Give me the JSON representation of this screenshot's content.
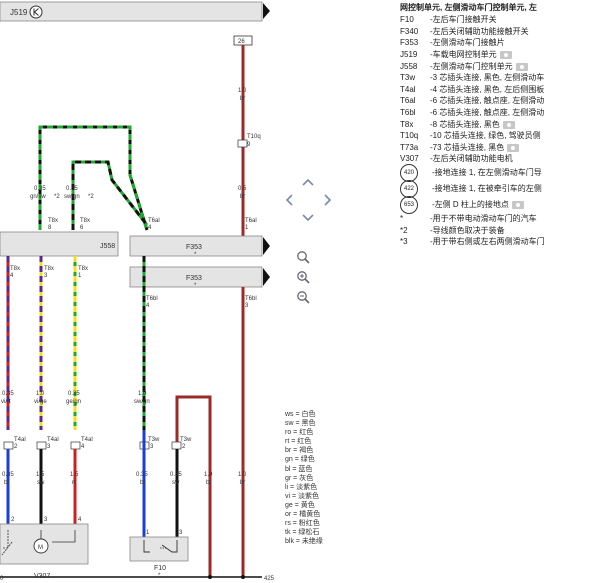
{
  "header_module": "J519",
  "header_icon": "k-circle-icon",
  "fuse_label": "26",
  "wires": {
    "top_right_size": "1.0",
    "top_right_color": "br",
    "mid_right_size": "0.5",
    "mid_right_color": "br",
    "g1_size": "0.35",
    "g1_color": "gn/sw",
    "g1_note": "*2",
    "g2_size": "0.35",
    "g2_color": "sw/gn",
    "g2_note": "*2",
    "w_vi_size": "0.35",
    "w_vi_color": "vi/rt",
    "w_ge_size": "1.0",
    "w_ge_color": "vi/ge",
    "w_gr_size": "0.35",
    "w_gr_color": "ge/gn",
    "w_sg_size": "1.0",
    "w_sg_color": "sw/gn",
    "b1_size": "0.35",
    "b1_color": "bl",
    "b2_size": "1.5",
    "b2_color": "sw",
    "b3_size": "1.5",
    "b3_color": "rt",
    "b4_size": "0.35",
    "b4_color": "bl",
    "b5_size": "0.35",
    "b5_color": "sw",
    "b6_size": "1.0",
    "b6_color": "br",
    "b7_size": "1.0",
    "b7_color": "br"
  },
  "connectors": {
    "t10q": "T10q",
    "t10q_pin": "9",
    "t8x_a": "T8x",
    "t8x_a_pin": "8",
    "t8x_b": "T8x",
    "t8x_b_pin": "6",
    "t6al_a": "T6al",
    "t6al_a_pin": "4",
    "t6al_b": "T6al",
    "t6al_b_pin": "1",
    "t8x_c": "T8x",
    "t8x_c_pin": "4",
    "t8x_d": "T8x",
    "t8x_d_pin": "3",
    "t8x_e": "T8x",
    "t8x_e_pin": "1",
    "t6bl_a": "T6bl",
    "t6bl_a_pin": "4",
    "t6bl_b": "T6bl",
    "t6bl_b_pin": "3",
    "t4al_a": "T4al",
    "t4al_a_pin": "2",
    "t4al_b": "T4al",
    "t4al_b_pin": "3",
    "t4al_c": "T4al",
    "t4al_c_pin": "4",
    "t3w_a": "T3w",
    "t3w_a_pin": "3",
    "t3w_b": "T3w",
    "t3w_b_pin": "2",
    "m_pin_a": "2",
    "m_pin_b": "3",
    "m_pin_c": "4",
    "f10_pin_a": "1",
    "f10_pin_b": "3"
  },
  "boxes": {
    "j558": "J558",
    "f353_top": "F353",
    "f353_bottom": "F353",
    "f10": "F10",
    "v307": "V307",
    "bottom_left": "0",
    "right_end": "425",
    "dot": "*",
    "dot2": "*",
    "dot3": "*"
  },
  "legend": [
    "ws = 白色",
    "sw = 黑色",
    "ro = 红色",
    "rt = 红色",
    "br = 褐色",
    "gn = 绿色",
    "bl = 蓝色",
    "gr = 灰色",
    "li = 淡紫色",
    "vi = 淡紫色",
    "ge = 黄色",
    "or = 橘黄色",
    "rs = 粉红色",
    "tk = 绿松石",
    "blk = 未绝缘"
  ],
  "components": {
    "title": "网控制单元, 左侧滑动车门控制单元, 左",
    "items": [
      {
        "code": "F10",
        "desc": "-左后车门接触开关",
        "cam": false
      },
      {
        "code": "F340",
        "desc": "-左后关闭辅助功能接触开关",
        "cam": false
      },
      {
        "code": "F353",
        "desc": "-左侧滑动车门接触片",
        "cam": false
      },
      {
        "code": "J519",
        "desc": "-车载电网控制单元",
        "cam": true
      },
      {
        "code": "J558",
        "desc": "-左侧滑动车门控制单元",
        "cam": true
      },
      {
        "code": "T3w",
        "desc": "-3 芯插头连接, 黑色, 左侧滑动车",
        "cam": false
      },
      {
        "code": "T4al",
        "desc": "-4 芯插头连接, 黑色, 左后侧围板",
        "cam": false
      },
      {
        "code": "T6al",
        "desc": "-6 芯插头连接, 触点座, 左侧滑动",
        "cam": false
      },
      {
        "code": "T6bl",
        "desc": "-6 芯插头连接, 触点座, 左侧滑动",
        "cam": false
      },
      {
        "code": "T8x",
        "desc": "-8 芯插头连接, 黑色",
        "cam": true
      },
      {
        "code": "T10q",
        "desc": "-10 芯插头连接, 绿色, 驾驶员侧",
        "cam": false
      },
      {
        "code": "T73a",
        "desc": "-73 芯插头连接, 黑色",
        "cam": true
      },
      {
        "code": "V307",
        "desc": "-左后关闭辅助功能电机",
        "cam": false
      }
    ],
    "grounds": [
      {
        "num": "420",
        "desc": "-接地连接 1, 在左侧滑动车门导",
        "cam": false
      },
      {
        "num": "422",
        "desc": "-接地连接 1, 在被牵引车的左侧",
        "cam": false
      },
      {
        "num": "653",
        "desc": "-左侧 D 柱上的接地点",
        "cam": true
      }
    ],
    "notes": [
      {
        "code": "*",
        "desc": "-用于不带电动滑动车门的汽车"
      },
      {
        "code": "*2",
        "desc": "-导线颜色取决于装备"
      },
      {
        "code": "*3",
        "desc": "-用于带右侧或左右两侧滑动车门"
      }
    ]
  },
  "colors": {
    "red": "#cc2020",
    "green": "#1fa82e",
    "brown": "#9b2a2a",
    "yellow": "#f0e020",
    "violet": "#5a2a8a",
    "blue": "#1a3fd8",
    "black": "#111111",
    "box": "#e4e4e4"
  }
}
